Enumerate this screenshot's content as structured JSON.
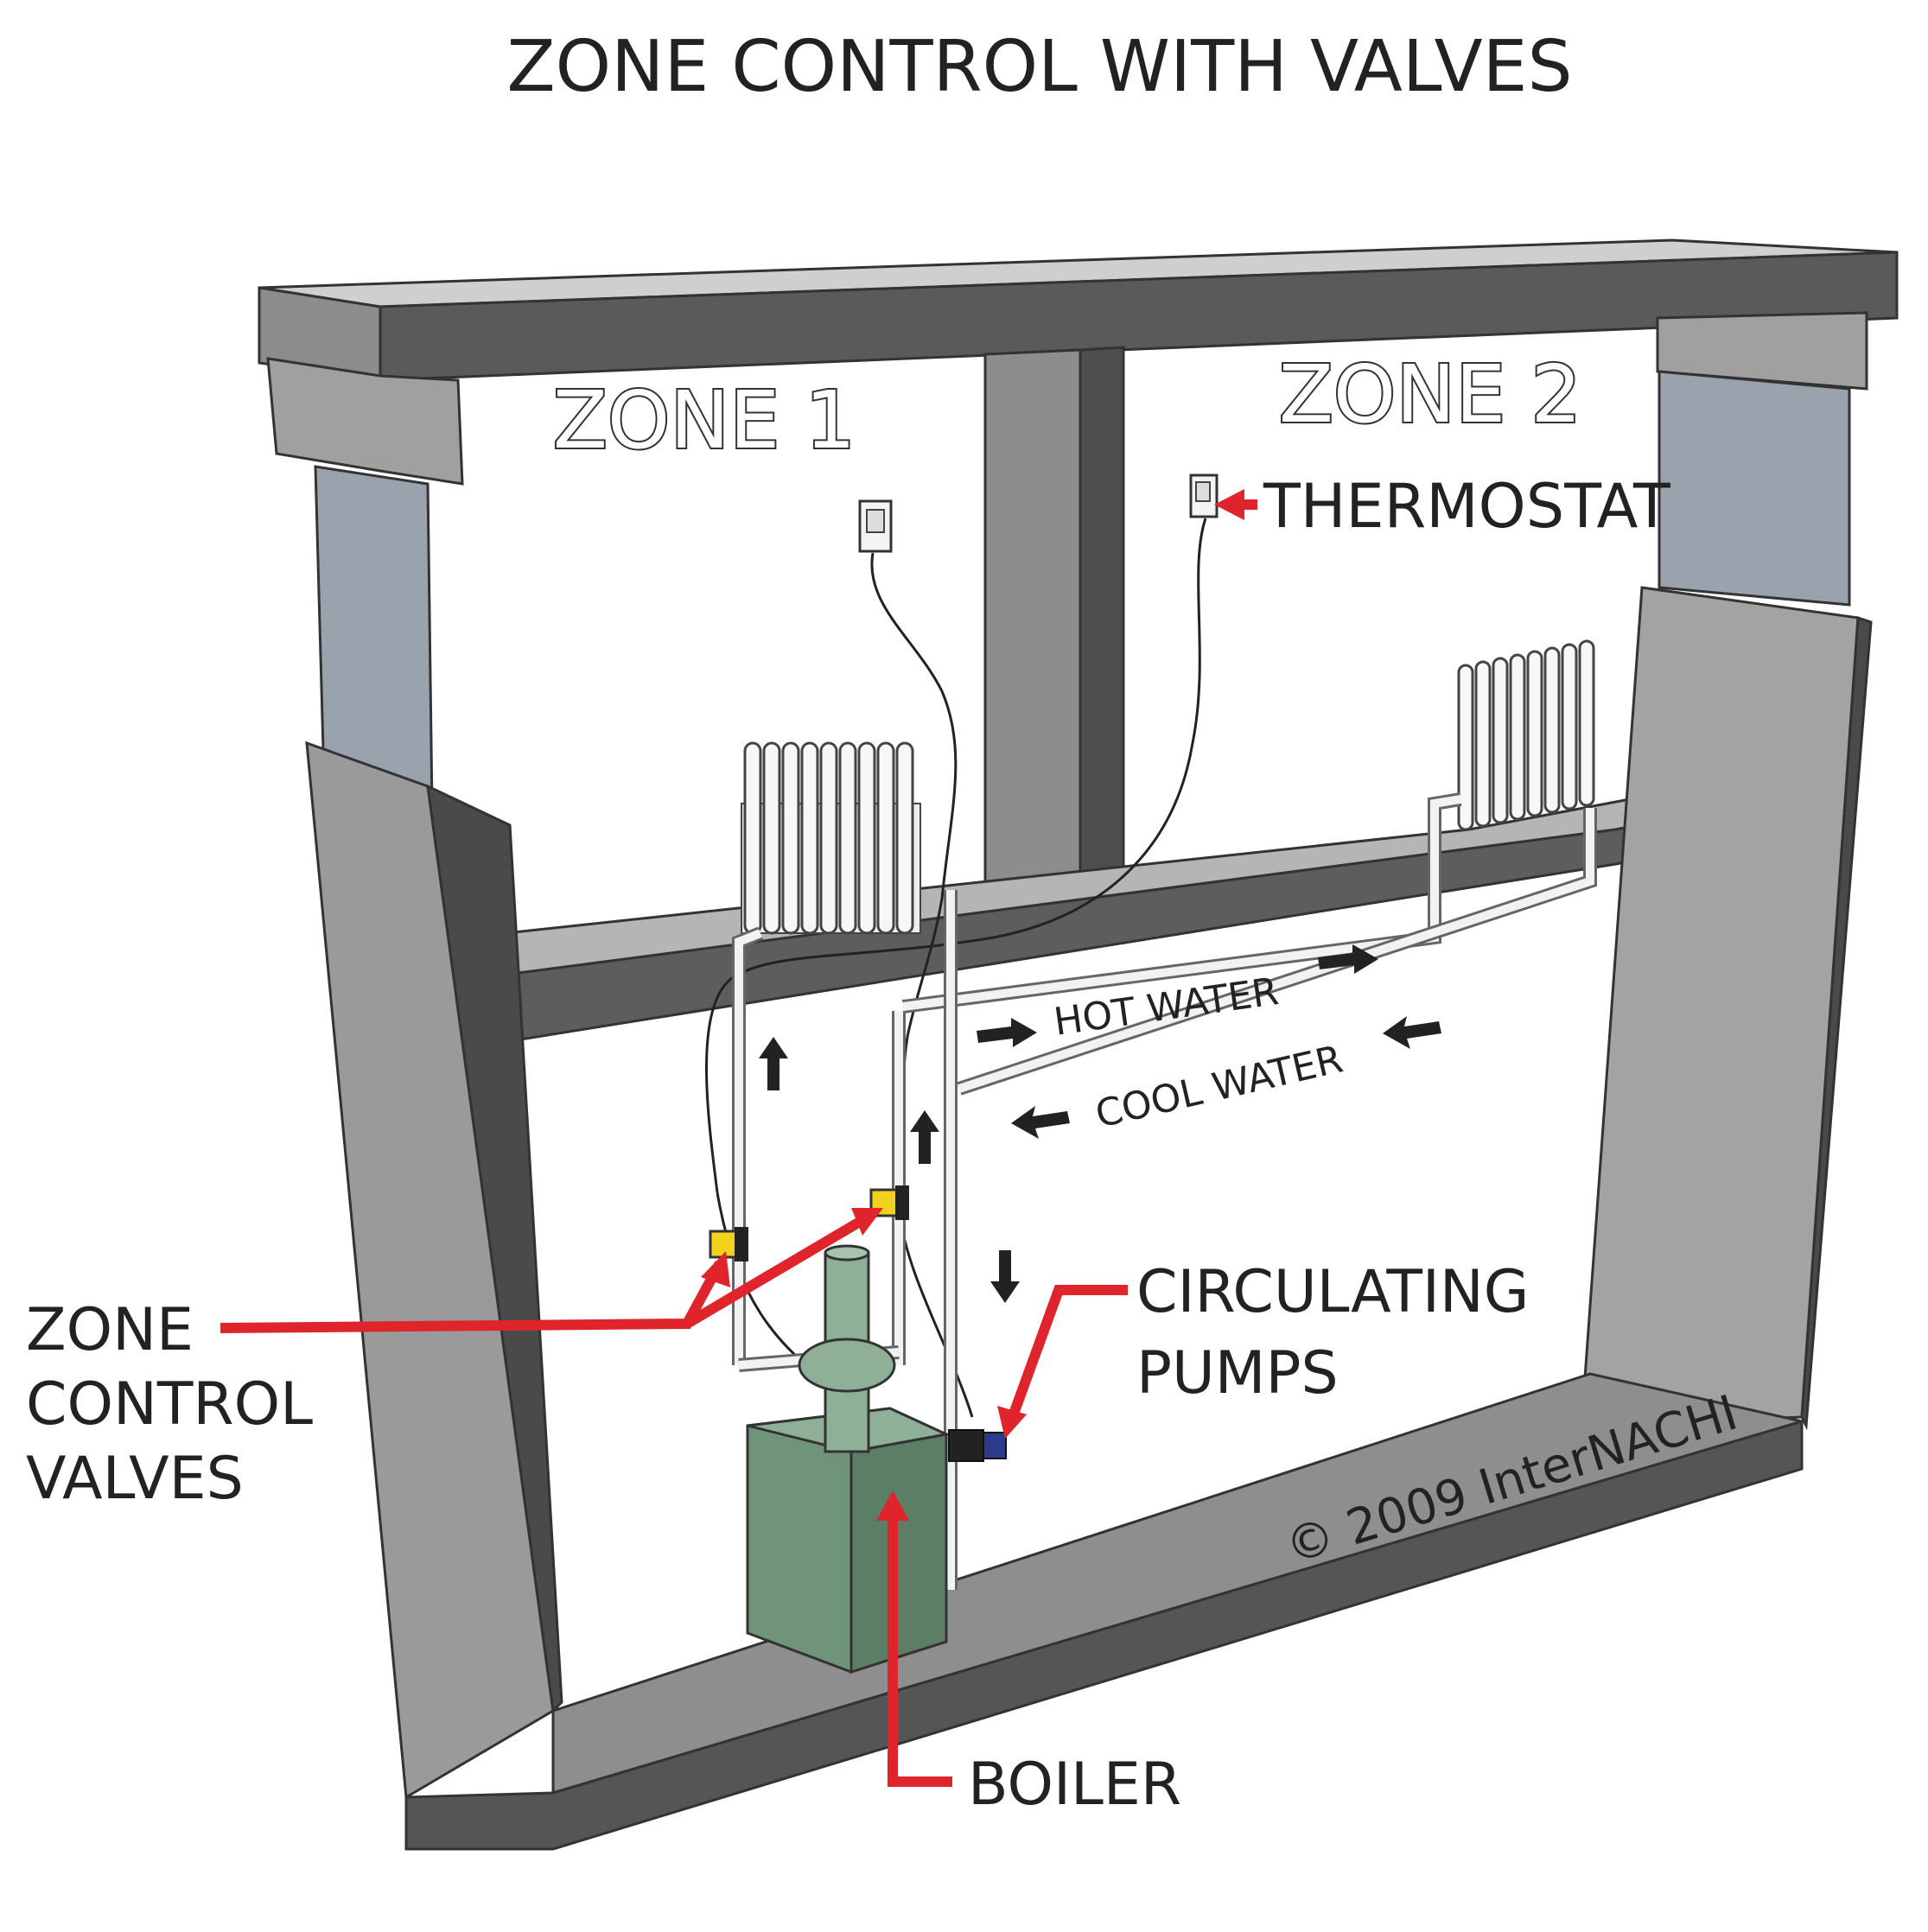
{
  "title": "ZONE CONTROL WITH VALVES",
  "zones": {
    "zone1_label": "ZONE 1",
    "zone2_label": "ZONE 2"
  },
  "labels": {
    "thermostat": "THERMOSTAT",
    "hot_water": "HOT WATER",
    "cool_water": "COOL WATER",
    "zone_control_valves_line1": "ZONE",
    "zone_control_valves_line2": "CONTROL",
    "zone_control_valves_line3": "VALVES",
    "circulating_pumps_line1": "CIRCULATING",
    "circulating_pumps_line2": "PUMPS",
    "boiler": "BOILER"
  },
  "copyright": "© 2009 InterNACHI",
  "colors": {
    "pointer_red": "#e0242b",
    "wall_light": "#a6a6a6",
    "wall_mid": "#8a8a8a",
    "wall_dark": "#555555",
    "boiler_green": "#6f9478",
    "valve_yellow": "#f2d21c",
    "pump_blue": "#2b3a8a"
  }
}
